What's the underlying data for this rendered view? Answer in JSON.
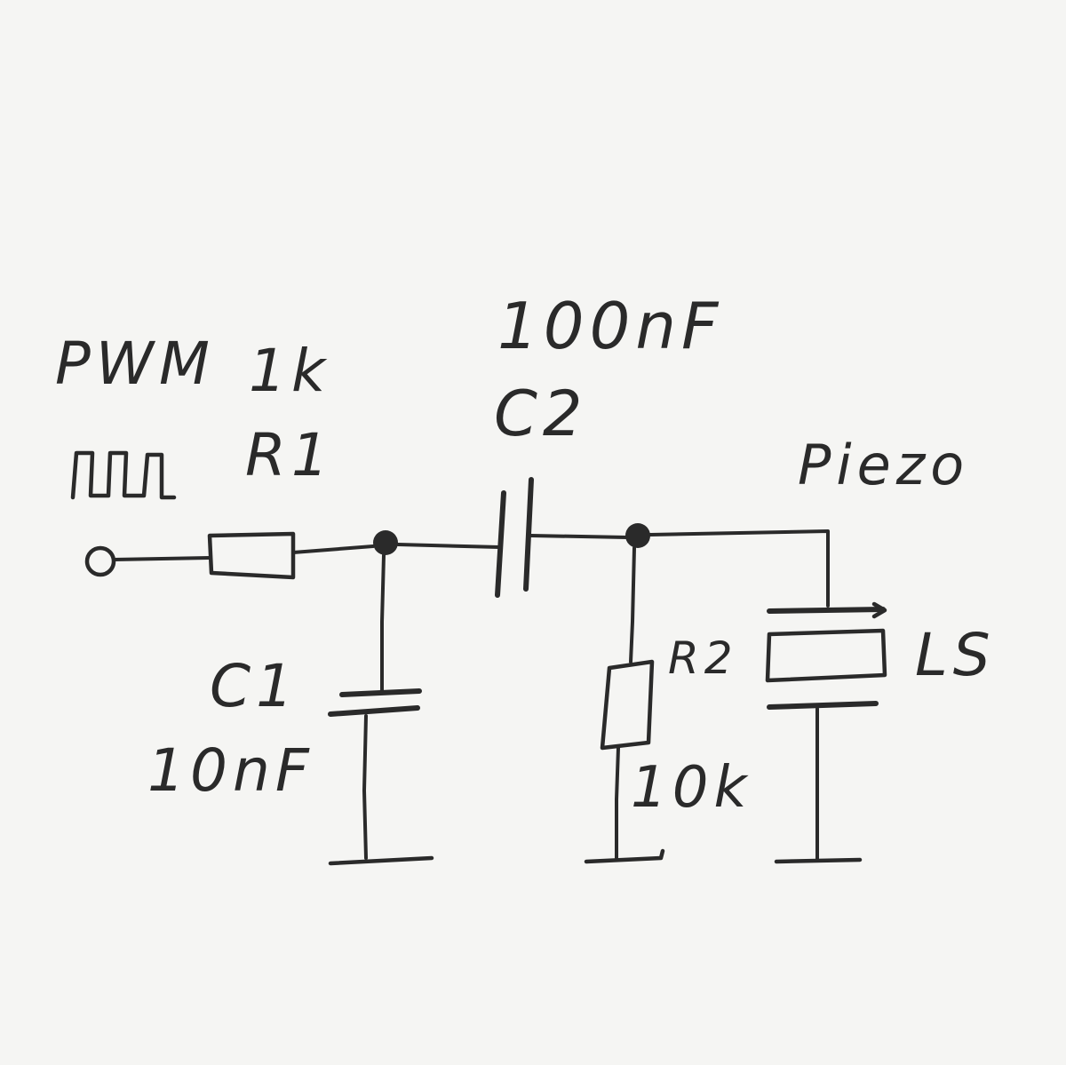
{
  "input": {
    "label": "PWM"
  },
  "r1": {
    "value": "1k",
    "ref": "R1"
  },
  "c2": {
    "value": "100nF",
    "ref": "C2"
  },
  "piezo": {
    "label": "Piezo",
    "ref": "LS"
  },
  "c1": {
    "ref": "C1",
    "value": "10nF"
  },
  "r2": {
    "ref": "R2",
    "value": "10k"
  },
  "colors": {
    "ink": "#2a2a2a",
    "paper": "#f5f5f3"
  }
}
